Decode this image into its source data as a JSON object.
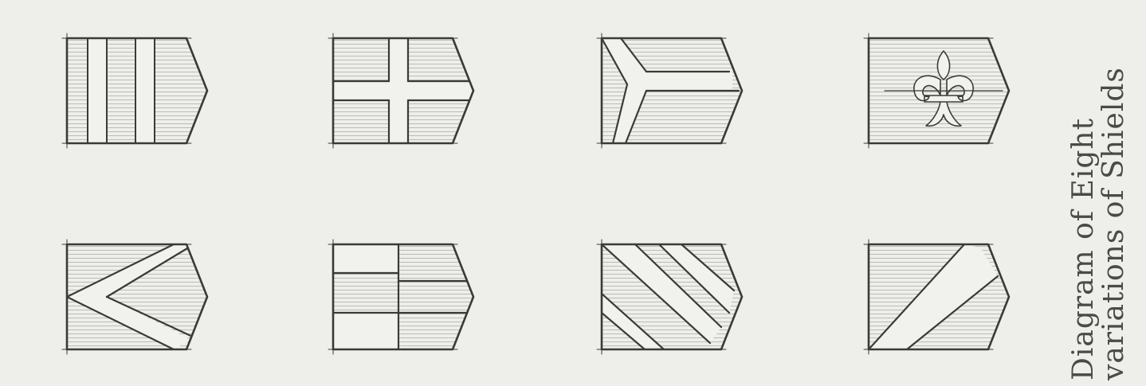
{
  "diagram": {
    "caption_lines": [
      "Diagram of Eight",
      "variations of Shields"
    ],
    "shields": [
      {
        "id": "pale-stripes",
        "row": 1,
        "col": 1
      },
      {
        "id": "cross",
        "row": 1,
        "col": 2
      },
      {
        "id": "pall",
        "row": 1,
        "col": 3
      },
      {
        "id": "fleur-de-lis",
        "row": 1,
        "col": 4
      },
      {
        "id": "chevron",
        "row": 2,
        "col": 1
      },
      {
        "id": "quarterly",
        "row": 2,
        "col": 2
      },
      {
        "id": "bendy",
        "row": 2,
        "col": 3
      },
      {
        "id": "bend",
        "row": 2,
        "col": 4
      }
    ],
    "colors": {
      "paper": "#eeeeea",
      "ink": "#3a3a38",
      "hatch": "#9a9a96"
    }
  }
}
